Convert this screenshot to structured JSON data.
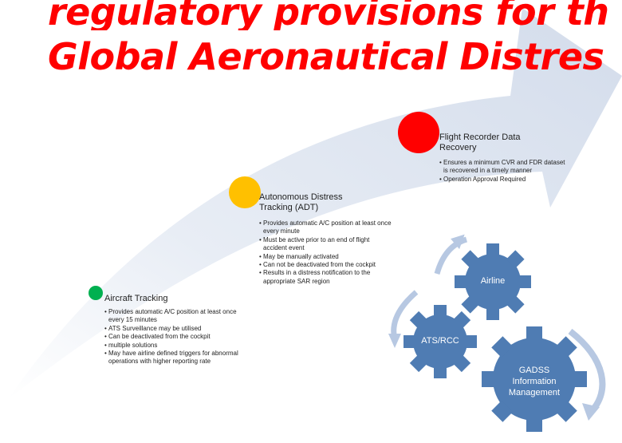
{
  "title": {
    "line1": "regulatory provisions for th",
    "line2": "Global Aeronautical Distres"
  },
  "colors": {
    "title": "#ff0000",
    "arrow": "#dde4ef",
    "gear": "#4f7cb3",
    "cycle_arrow": "#b7c8e2",
    "dot_tracking": "#00b050",
    "dot_adt": "#ffc000",
    "dot_recovery": "#ff0000"
  },
  "stages": [
    {
      "title": "Aircraft Tracking",
      "bullets": [
        "Provides automatic A/C position at least once every 15 minutes",
        "ATS Surveillance may be utilised",
        "Can be deactivated from the cockpit",
        "multiple solutions",
        "May have airline defined triggers for abnormal operations with higher reporting rate"
      ]
    },
    {
      "title": "Autonomous  Distress Tracking (ADT)",
      "bullets": [
        "Provides automatic A/C position at least once every minute",
        "Must be active prior to an end of flight accident event",
        "May be manually activated",
        "Can not be deactivated from the cockpit",
        "Results in a distress notification to the appropriate SAR region"
      ]
    },
    {
      "title": "Flight Recorder Data Recovery",
      "bullets": [
        "Ensures a minimum CVR and FDR dataset is recovered in a timely manner",
        "Operation Approval Required"
      ]
    }
  ],
  "gears": {
    "airline": "Airline",
    "ats": "ATS/RCC",
    "gadss": "GADSS Information Management"
  }
}
